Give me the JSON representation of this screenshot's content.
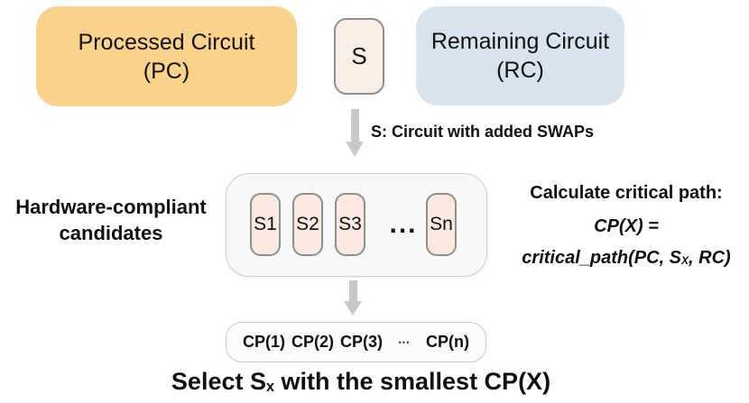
{
  "top_row": {
    "processed_circuit": {
      "line1": "Processed Circuit",
      "line2": "(PC)"
    },
    "swap_circuit": {
      "label": "S"
    },
    "remaining_circuit": {
      "line1": "Remaining Circuit",
      "line2": "(RC)"
    }
  },
  "flow": {
    "swap_note": "S: Circuit with added SWAPs"
  },
  "candidates": {
    "title_line1": "Hardware-compliant",
    "title_line2": "candidates",
    "items": [
      "S1",
      "S2",
      "S3",
      "Sn"
    ],
    "ellipsis": "..."
  },
  "critical_path": {
    "line1": "Calculate critical path:",
    "line2": "CP(X) =",
    "line3_prefix": "critical_path(PC, S",
    "line3_subscript": "X",
    "line3_suffix": ", RC)"
  },
  "cp_results": {
    "items": [
      "CP(1)",
      "CP(2)",
      "CP(3)"
    ],
    "ellipsis": "⋯",
    "last": "CP(n)"
  },
  "footer": {
    "prefix": "Select S",
    "subscript": "x",
    "suffix": " with the smallest CP(X)"
  },
  "colors": {
    "processed_fill": "#FBD28C",
    "remaining_fill": "#D7E4F0",
    "swap_fill": "#FAEDE3",
    "candidate_fill": "#F9E9DE",
    "container_fill": "#F8F8F8",
    "arrow_gray": "#C8C8C8"
  }
}
